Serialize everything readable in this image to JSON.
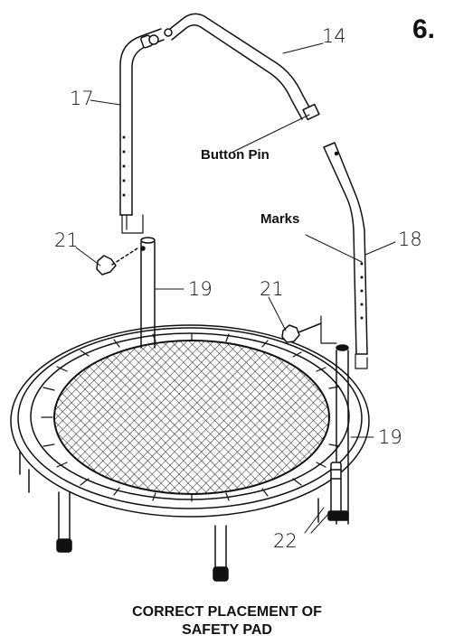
{
  "step_number": "6.",
  "parts": {
    "p14": "14",
    "p17": "17",
    "p18": "18",
    "p21_left": "21",
    "p21_right": "21",
    "p19_left": "19",
    "p19_right": "19",
    "p22": "22"
  },
  "callouts": {
    "button_pin": "Button Pin",
    "marks": "Marks"
  },
  "caption": {
    "line1": "CORRECT PLACEMENT OF",
    "line2": "SAFETY PAD"
  }
}
